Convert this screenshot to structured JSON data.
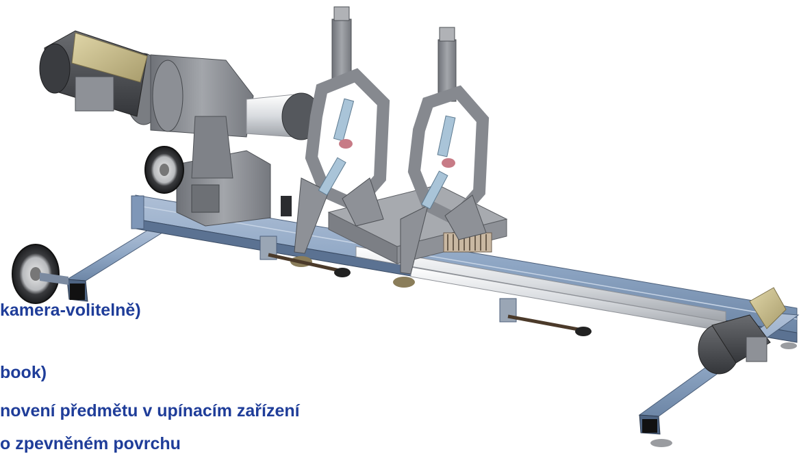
{
  "captions": {
    "line1": "kamera-volitelně)",
    "line2": "book)",
    "line3": "novení předmětu v upínacím zařízení",
    "line4": "o zpevněném povrchu"
  },
  "colors": {
    "caption_text": "#1f3d99",
    "frame_blue": "#8fa8c8",
    "metal_gray": "#8a8d93",
    "gearbox_beige": "#c9bd8c",
    "motor_dark": "#4a4c50",
    "shaft_silver": "#e2e4e7",
    "bellows_pink": "#c77b86",
    "spring_light": "#a9c4d8"
  },
  "image": {
    "subject": "3d-render-pipe-clamping-machine-on-rail-frame"
  }
}
